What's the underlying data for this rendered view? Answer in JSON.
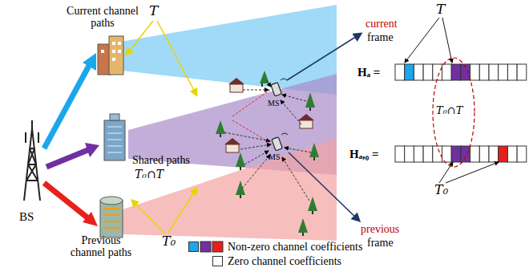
{
  "diagram": {
    "labels": [
      "Current channel paths",
      "T",
      "current",
      "frame",
      "T",
      "Hₐ =",
      "Shared paths",
      "T₀∩T",
      "T₀∩T",
      "MS",
      "MS",
      "BS",
      "Hₐ,₀ =",
      "previous",
      "frame",
      "Previous channel paths",
      "T₀",
      "T₀"
    ],
    "legend": [
      {
        "text": "Non-zero channel coefficients",
        "color": "#1aa7ec"
      },
      {
        "text": "Zero channel coefficients",
        "color": "#ffffff"
      }
    ]
  }
}
